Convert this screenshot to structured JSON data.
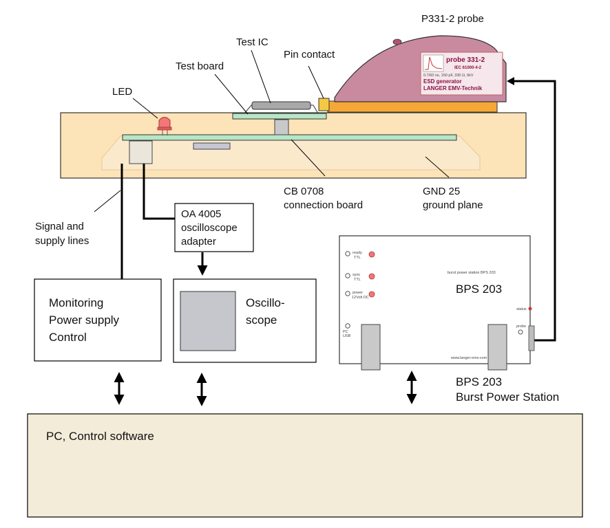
{
  "labels": {
    "probe": "P331-2 probe",
    "test_ic": "Test IC",
    "pin_contact": "Pin contact",
    "test_board": "Test board",
    "led": "LED",
    "cb_line1": "CB 0708",
    "cb_line2": "connection board",
    "gnd_line1": "GND 25",
    "gnd_line2": "ground plane",
    "signal_line1": "Signal and",
    "signal_line2": "supply lines",
    "oa_line1": "OA 4005",
    "oa_line2": "oscilloscope",
    "oa_line3": "adapter",
    "monitor_line1": "Monitoring",
    "monitor_line2": "Power supply",
    "monitor_line3": "Control",
    "osc_line1": "Oscillo-",
    "osc_line2": "scope",
    "bps_line1": "BPS 203",
    "bps_line2": "Burst Power Station",
    "pc": "PC, Control software"
  },
  "probe_label": {
    "line1": "probe 331-2",
    "line2": "IEC 61000-4-2",
    "line3": "0.7/60 ns, 150 pF, 330 Ω, 6kV",
    "line4": "ESD generator",
    "line5": "LANGER EMV-Technik"
  },
  "bps_panel": {
    "ready": "ready",
    "ready_sub": "TTL",
    "sync": "sync",
    "sync_sub": "TTL",
    "power": "power",
    "power_sub": "12Volt DC",
    "pc_usb_1": "PC",
    "pc_usb_2": "USB",
    "subtitle": "burst power station BPS 203",
    "model": "BPS 203",
    "status": "status",
    "probe": "probe",
    "web": "www.langer-emv.com"
  },
  "colors": {
    "ground_plane": "#fde3b8",
    "board_green": "#b7e6c6",
    "probe_body": "#c98aa0",
    "probe_base": "#f5a838",
    "led_red": "#f07878",
    "instrument_gray": "#c9c9c9",
    "pc_box": "#f3ecd9"
  }
}
